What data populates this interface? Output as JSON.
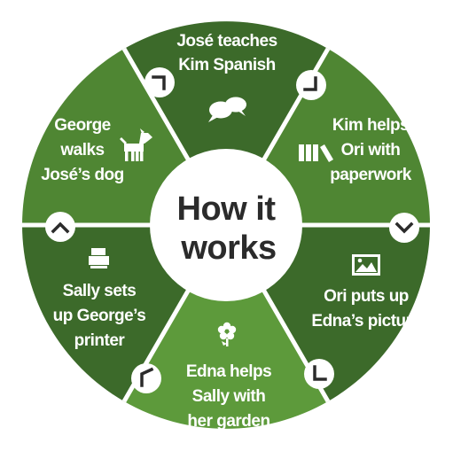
{
  "center": {
    "line1": "How it",
    "line2": "works"
  },
  "colors": {
    "segment_dark": "#3c6a2a",
    "segment_mid": "#4f8633",
    "segment_light": "#5d9a3b",
    "divider": "#ffffff",
    "center_fill": "#ffffff",
    "center_text": "#2b2b2b",
    "arrow_badge": "#ffffff",
    "arrow_glyph": "#2b2b2b"
  },
  "segments": [
    {
      "id": "top",
      "icon": "speech-bubbles-icon",
      "lines": [
        "José teaches",
        "Kim Spanish"
      ]
    },
    {
      "id": "upper-right",
      "icon": "books-icon",
      "lines": [
        "Kim helps",
        "Ori with",
        "paperwork"
      ]
    },
    {
      "id": "lower-right",
      "icon": "picture-icon",
      "lines": [
        "Ori puts up",
        "Edna’s picture"
      ]
    },
    {
      "id": "bottom",
      "icon": "flower-icon",
      "lines": [
        "Edna helps",
        "Sally with",
        "her garden"
      ]
    },
    {
      "id": "lower-left",
      "icon": "printer-icon",
      "lines": [
        "Sally sets",
        "up George’s",
        "printer"
      ]
    },
    {
      "id": "upper-left",
      "icon": "dog-icon",
      "lines": [
        "George",
        "walks",
        "José’s dog"
      ]
    }
  ]
}
